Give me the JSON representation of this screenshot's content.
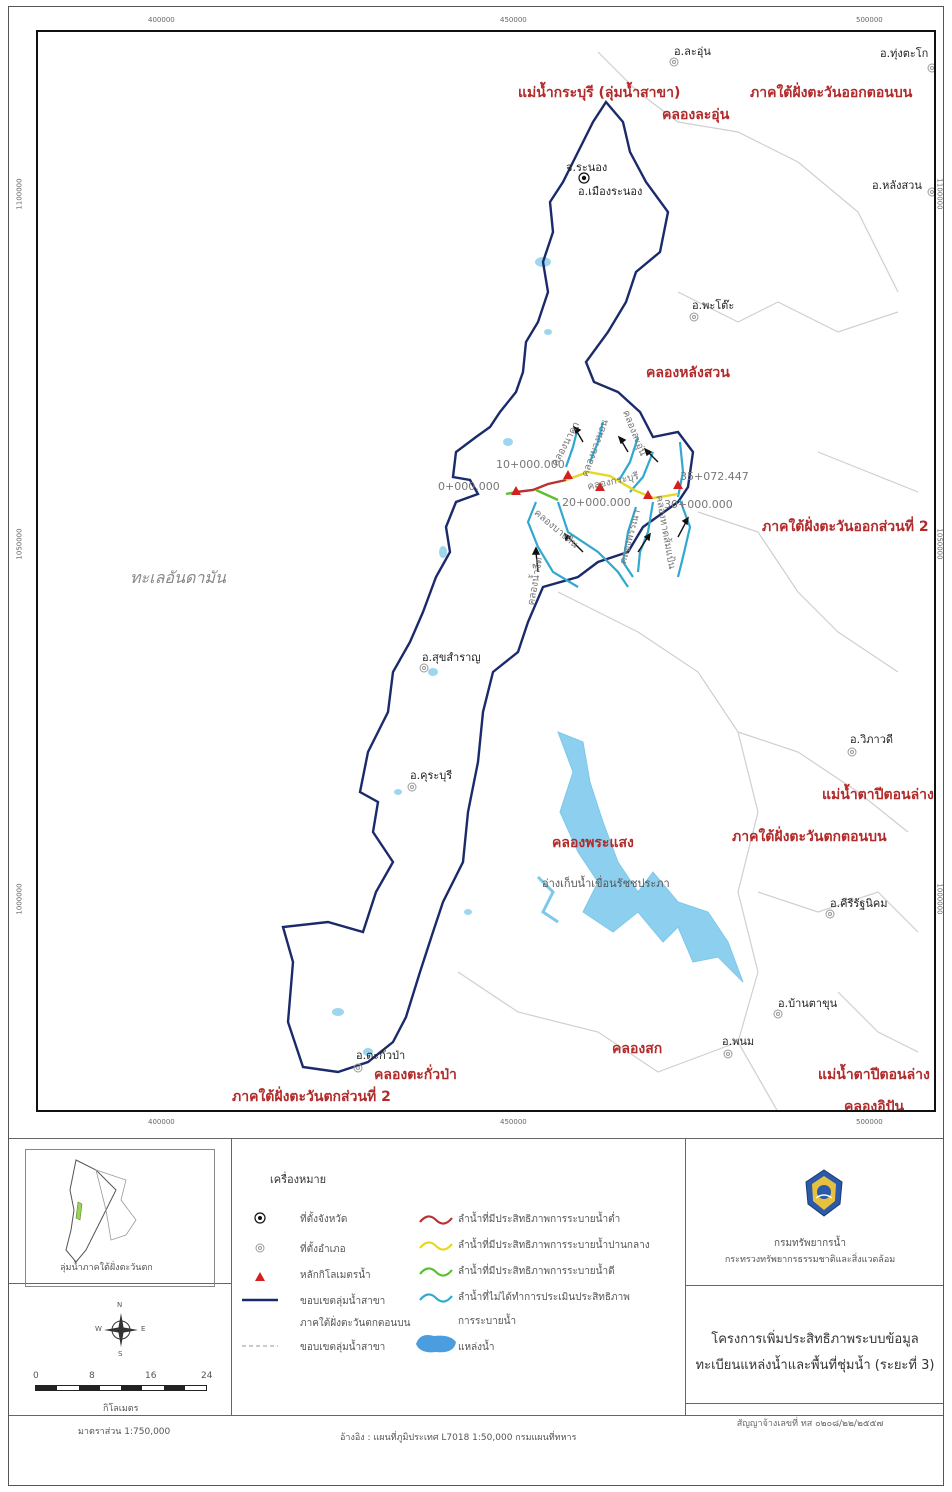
{
  "grid": {
    "x_ticks": [
      "400000",
      "450000",
      "500000"
    ],
    "y_ticks": [
      "1100000",
      "1050000",
      "1000000"
    ]
  },
  "map": {
    "basin_labels": [
      "แม่น้ำกระบุรี (ลุ่มน้ำสาขา)",
      "คลองละอุ่น",
      "ภาคใต้ฝั่งตะวันออกตอนบน",
      "คลองหลังสวน",
      "ภาคใต้ฝั่งตะวันออกส่วนที่ 2",
      "แม่น้ำตาปีตอนล่าง",
      "ภาคใต้ฝั่งตะวันตกตอนบน",
      "คลองพระแสง",
      "คลองสก",
      "คลองตะกั่วป่า",
      "ภาคใต้ฝั่งตะวันตกส่วนที่ 2",
      "แม่น้ำตาปีตอนล่าง",
      "คลองอิปัน"
    ],
    "province": "จ.ระนอง",
    "districts": [
      "อ.ละอุ่น",
      "อ.ทุ่งตะโก",
      "อ.เมืองระนอง",
      "อ.หลังสวน",
      "อ.พะโต๊ะ",
      "อ.สุขสำราญ",
      "อ.วิภาวดี",
      "อ.คุระบุรี",
      "อ.คีรีรัฐนิคม",
      "อ.บ้านตาขุน",
      "อ.พนม",
      "อ.ตะกั่วป่า"
    ],
    "sea": "ทะเลอันดามัน",
    "km_labels": [
      "0+000.000",
      "10+000.000",
      "20+000.000",
      "30+000.000",
      "35+072.447"
    ],
    "streams": [
      "คลองนาคา",
      "คลองบางนอน",
      "คลองกระบุรี",
      "คลองละอุ่น",
      "คลองบางหิน",
      "คลองหาดส้มแป้น",
      "คลองพรรณา",
      "คลองน้ำจืด"
    ],
    "reservoir": "อ่างเก็บน้ำเขื่อนรัชชประภา"
  },
  "inset": {
    "caption": "ลุ่มน้ำภาคใต้ฝั่งตะวันตก"
  },
  "scalebar": {
    "ticks": [
      "0",
      "8",
      "16",
      "24"
    ],
    "unit": "กิโลเมตร",
    "scale": "มาตราส่วน 1:750,000"
  },
  "compass": {
    "n": "N",
    "s": "S",
    "e": "E",
    "w": "W"
  },
  "legend": {
    "title": "เครื่องหมาย",
    "items": [
      "ที่ตั้งจังหวัด",
      "ที่ตั้งอำเภอ",
      "หลักกิโลเมตรน้ำ",
      "ขอบเขตลุ่มน้ำสาขา",
      "ภาคใต้ฝั่งตะวันตกตอนบน",
      "ขอบเขตลุ่มน้ำสาขา"
    ],
    "items2": [
      "ลำน้ำที่มีประสิทธิภาพการระบายน้ำต่ำ",
      "ลำน้ำที่มีประสิทธิภาพการระบายน้ำปานกลาง",
      "ลำน้ำที่มีประสิทธิภาพการระบายน้ำดี",
      "ลำน้ำที่ไม่ได้ทำการประเมินประสิทธิภาพ",
      "การระบายน้ำ",
      "แหล่งน้ำ"
    ],
    "colors": {
      "low": "#b83232",
      "mid": "#e6d820",
      "good": "#5cc030",
      "none": "#30a8d0",
      "boundary": "#1a2a6a",
      "water": "#7ec8ea"
    },
    "source": "อ้างอิง : แผนที่ภูมิประเทศ L7018 1:50,000 กรมแผนที่ทหาร"
  },
  "agency": {
    "line1": "กรมทรัพยากรน้ำ",
    "line2": "กระทรวงทรัพยากรธรรมชาติและสิ่งแวดล้อม"
  },
  "project": {
    "line1": "โครงการเพิ่มประสิทธิภาพระบบข้อมูล",
    "line2": "ทะเบียนแหล่งน้ำและพื้นที่ชุ่มน้ำ (ระยะที่ 3)",
    "contract": "สัญญาจ้างเลขที่ ทส ๐๒๐๘/๒๒/๒๕๕๗"
  }
}
